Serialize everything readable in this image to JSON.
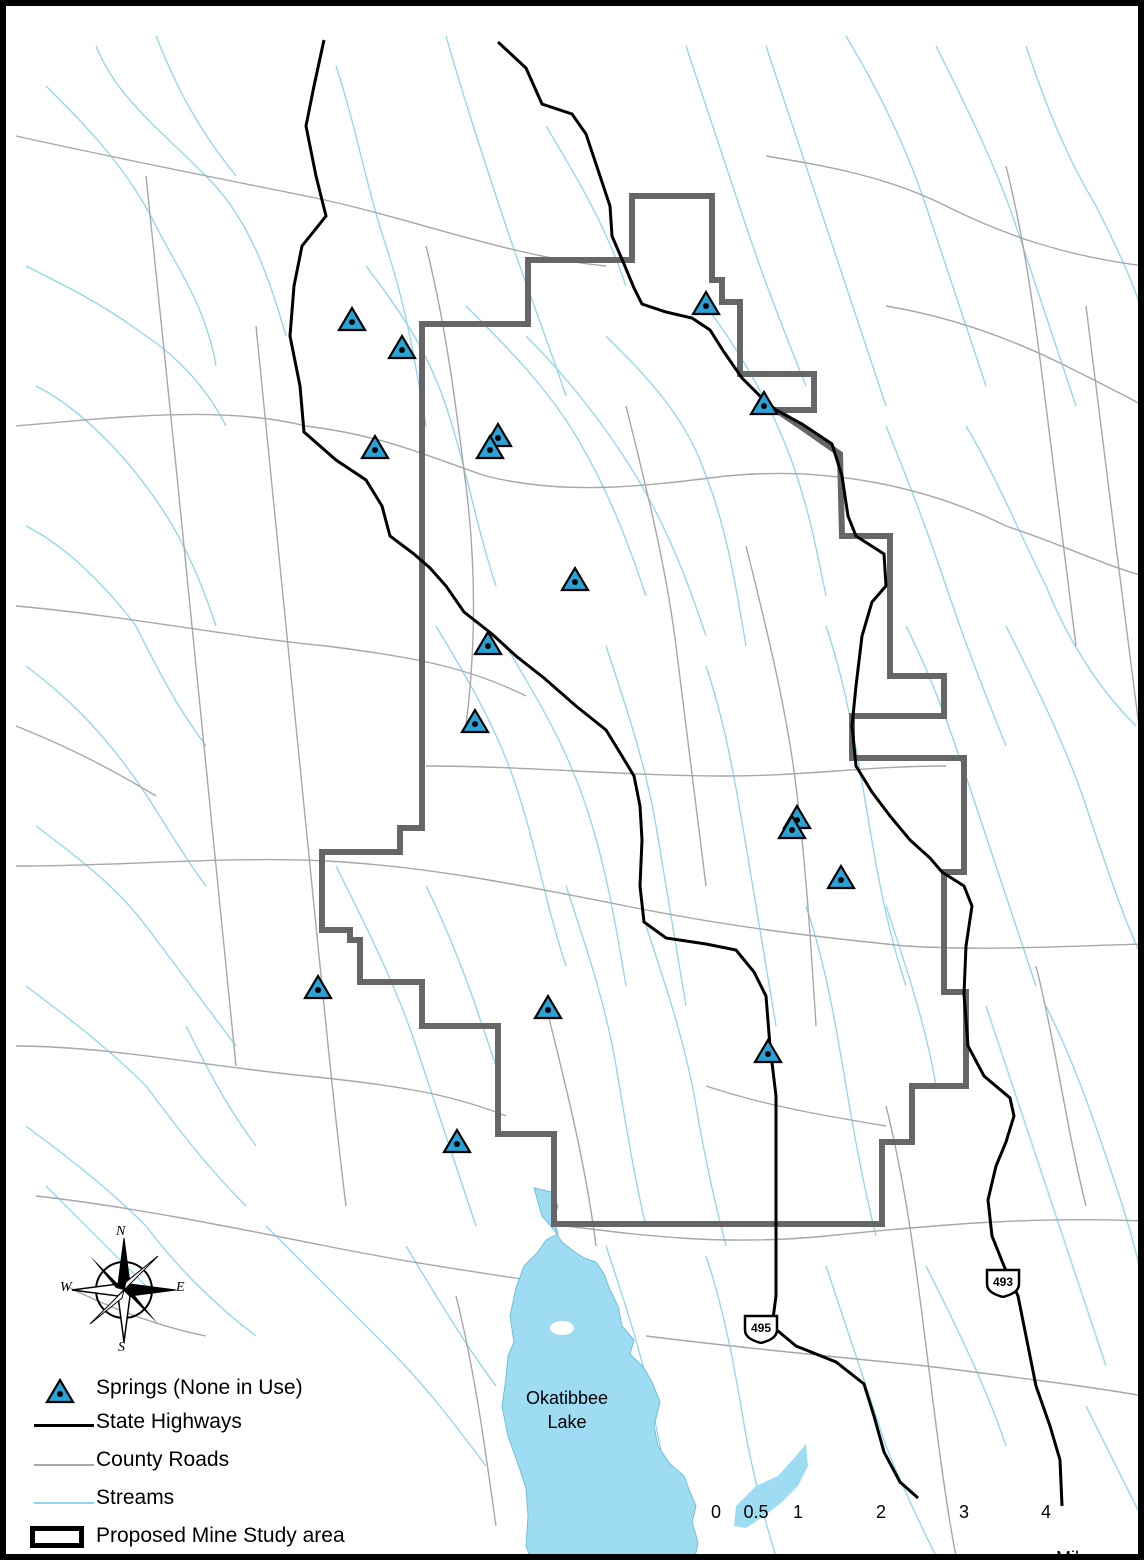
{
  "legend": {
    "springs": "Springs (None in Use)",
    "highways": "State Highways",
    "county_roads": "County Roads",
    "streams": "Streams",
    "study_area": "Proposed Mine Study area"
  },
  "lake_name": "Okatibbee\nLake",
  "highway_shields": [
    "495",
    "493"
  ],
  "compass": {
    "n": "N",
    "s": "S",
    "e": "E",
    "w": "W"
  },
  "scale": {
    "ticks": [
      "0",
      "0.5",
      "1",
      "2",
      "3",
      "4"
    ],
    "unit": "Miles"
  },
  "colors": {
    "stream": "#8fd6ec",
    "county_road": "#a7a7a7",
    "highway": "#000000",
    "study_area": "#666666",
    "lake": "#9edcf3",
    "spring_fill": "#29a3d6",
    "spring_outline": "#000000"
  }
}
